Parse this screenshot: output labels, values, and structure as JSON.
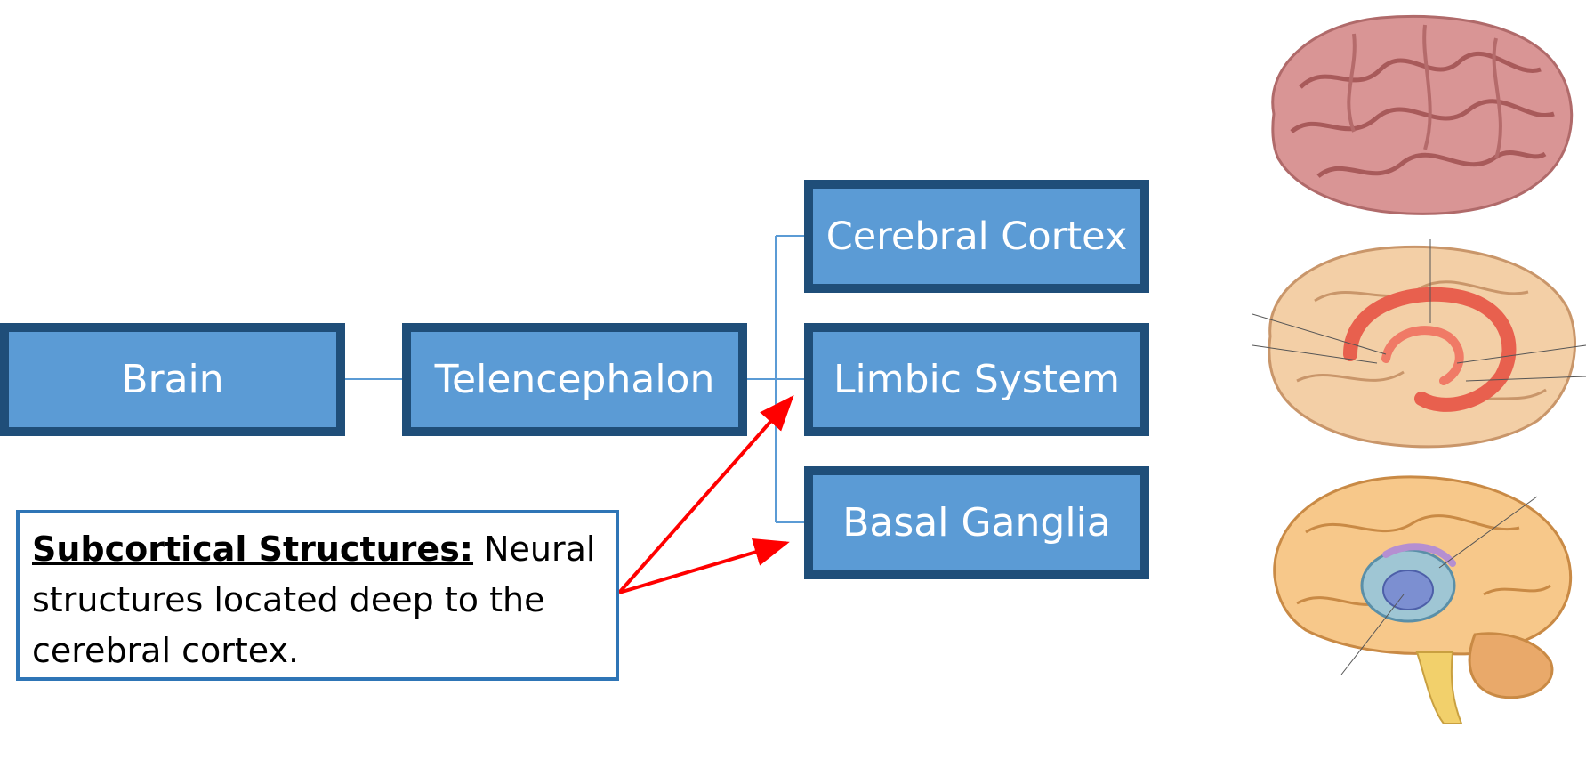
{
  "diagram": {
    "nodes": {
      "brain": "Brain",
      "telencephalon": "Telencephalon",
      "cerebral_cortex": "Cerebral Cortex",
      "limbic_system": "Limbic System",
      "basal_ganglia": "Basal Ganglia"
    },
    "callout": {
      "term": "Subcortical Structures:",
      "definition": " Neural structures located deep to the cerebral cortex."
    }
  },
  "colors": {
    "node_fill": "#5b9bd5",
    "node_border": "#1f4e79",
    "connector": "#5b9bd5",
    "arrow": "#ff0000",
    "callout_border": "#2e75b6"
  },
  "icons": [
    "brain-lateral-icon",
    "limbic-system-brain-icon",
    "basal-ganglia-brain-icon"
  ]
}
